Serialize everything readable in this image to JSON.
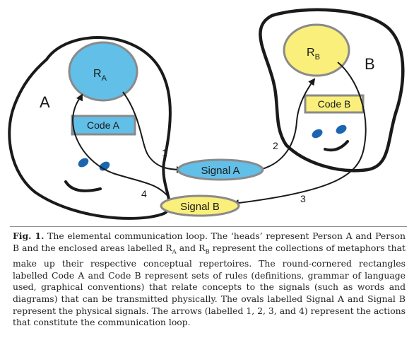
{
  "figure": {
    "colors": {
      "blue": "#62bfe8",
      "yellow": "#f9ef7a",
      "outline": "#1a1a1a",
      "grey": "#8a8a8a",
      "eye": "#1c66b0"
    },
    "head_a": {
      "label": "A",
      "region_main": "R",
      "region_sub": "A",
      "code": "Code A"
    },
    "head_b": {
      "label": "B",
      "region_main": "R",
      "region_sub": "B",
      "code": "Code B"
    },
    "signal_a": "Signal A",
    "signal_b": "Signal B",
    "arrows": {
      "a1": "1",
      "a2": "2",
      "a3": "3",
      "a4": "4"
    }
  },
  "caption": {
    "fig_label": "Fig. 1.",
    "p1": " The elemental communication loop. The ‘heads’ represent Person A and Person B and the enclosed areas labelled R",
    "sub_a": "A",
    "p2": " and R",
    "sub_b": "B",
    "p3": " represent the collections of metaphors that make up their respective conceptual repertoires. The round-cornered rectangles labelled Code A and Code B represent sets of rules (definitions, grammar of language used, graphical conventions) that relate concepts to the signals (such as words and diagrams) that can be transmitted physically. The ovals labelled Signal A and Signal B represent the physical signals. The arrows (labelled 1, 2, 3, and 4) represent the actions that constitute the communication loop."
  }
}
